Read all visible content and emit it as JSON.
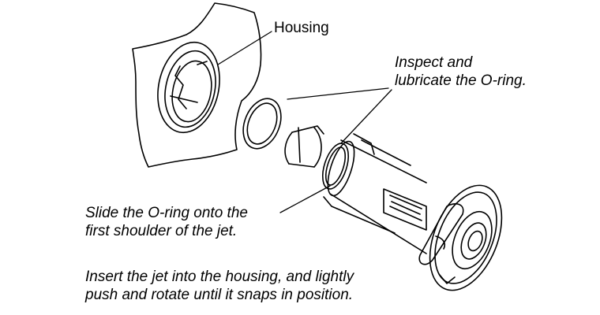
{
  "labels": {
    "housing": "Housing",
    "inspect": [
      "Inspect and",
      "lubricate the O-ring."
    ],
    "slide": [
      "Slide the O-ring onto the",
      "first shoulder of the jet."
    ],
    "insert": [
      "Insert the jet into the housing, and lightly",
      "push and rotate until it snaps in position."
    ]
  }
}
